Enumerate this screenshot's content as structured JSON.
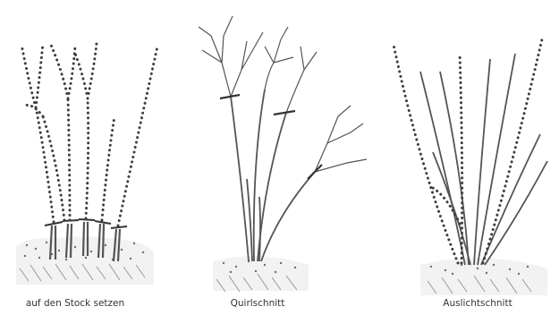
{
  "panels": [
    {
      "caption": "auf den Stock setzen"
    },
    {
      "caption": "Quirlschnitt"
    },
    {
      "caption": "Auslichtschnitt"
    }
  ],
  "colors": {
    "ink": "#555555",
    "dots": "#3d3d3d",
    "soil": "#8a8a8a",
    "cut": "#333333"
  }
}
